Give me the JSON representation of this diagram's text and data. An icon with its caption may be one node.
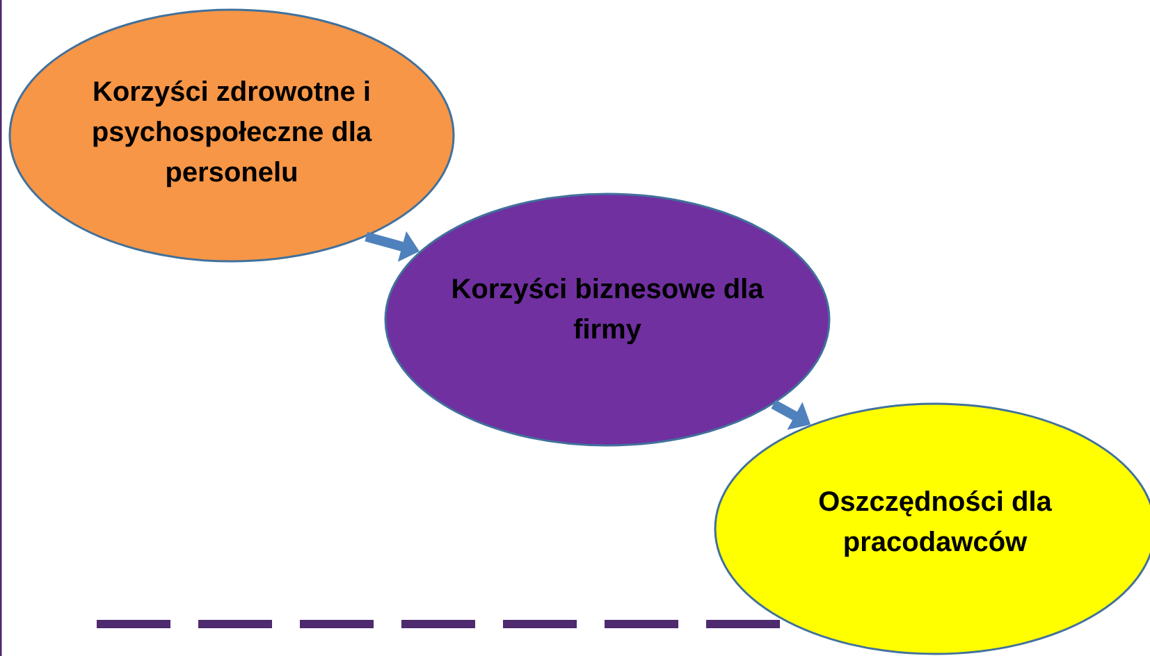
{
  "diagram": {
    "nodes": [
      {
        "text": [
          "Korzyści zdrowotne i psychospołeczne dla personelu"
        ]
      },
      {
        "text": [
          "Korzyści biznesowe dla firmy"
        ]
      },
      {
        "text": [
          "Oszczędności dla pracodawców"
        ]
      }
    ],
    "edges": [
      {
        "from": 0,
        "to": 1,
        "arrow": "to"
      },
      {
        "from": 1,
        "to": 2,
        "arrow": "to"
      }
    ]
  }
}
